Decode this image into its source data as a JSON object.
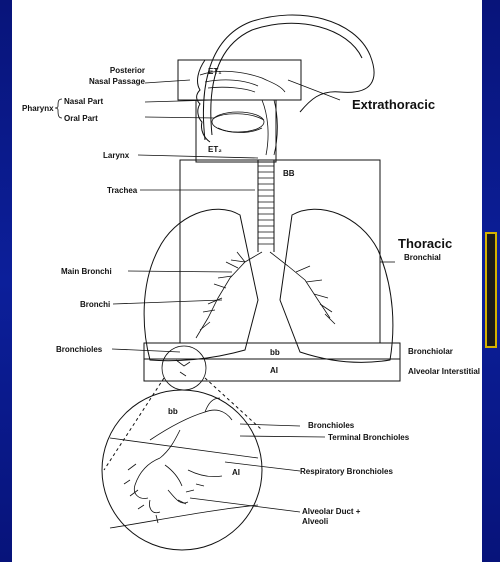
{
  "colors": {
    "background": "#0a1a8c",
    "panel": "#ffffff",
    "accent_bar": "#d4b100",
    "ink": "#111111"
  },
  "labels": {
    "posterior": "Posterior",
    "nasal_passage": "Nasal Passage",
    "pharynx": "Pharynx",
    "nasal_part": "Nasal Part",
    "oral_part": "Oral Part",
    "larynx": "Larynx",
    "trachea": "Trachea",
    "main_bronchi": "Main Bronchi",
    "bronchi": "Bronchi",
    "bronchioles_left": "Bronchioles",
    "et1": "ET₁",
    "et2": "ET₂",
    "bb_region": "BB",
    "bb_small": "bb",
    "ai": "AI",
    "extrathoracic": "Extrathoracic",
    "thoracic": "Thoracic",
    "bronchial": "Bronchial",
    "bronchiolar": "Bronchiolar",
    "alveolar_interstitial": "Alveolar Interstitial",
    "inset_bb": "bb",
    "inset_ai": "AI",
    "inset_bronchioles": "Bronchioles",
    "inset_terminal": "Terminal Bronchioles",
    "inset_respiratory": "Respiratory Bronchioles",
    "inset_alveolar_duct": "Alveolar Duct +",
    "inset_alveoli": "Alveoli"
  }
}
